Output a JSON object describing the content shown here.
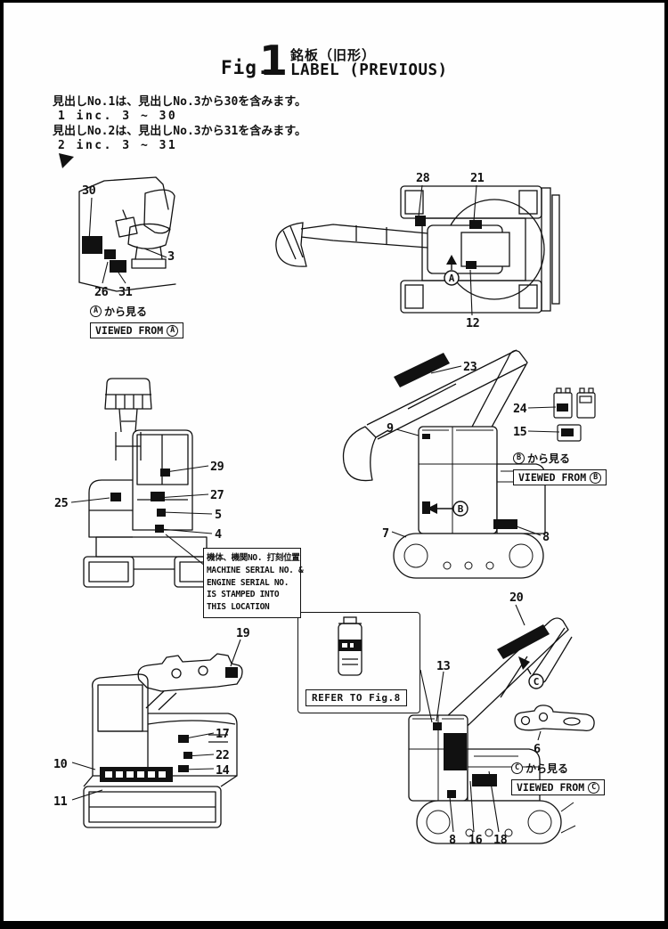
{
  "header": {
    "fig_label": "Fig.",
    "fig_number": "1",
    "title_jp": "銘板（旧形）",
    "title_en": "LABEL (PREVIOUS)"
  },
  "notes": {
    "line1_jp": "見出しNo.1は、見出しNo.3から30を含みます。",
    "line1_en": "1 inc. 3 ~ 30",
    "line2_jp": "見出しNo.2は、見出しNo.3から31を含みます。",
    "line2_en": "2 inc. 3 ~ 31"
  },
  "markers": {
    "a": "A",
    "b": "B",
    "c": "C"
  },
  "views": {
    "from_suffix_jp": "から見る",
    "from_prefix_en": "VIEWED FROM"
  },
  "serial_note": {
    "jp": "機体、機関NO. 打刻位置",
    "en1": "MACHINE SERIAL NO. &",
    "en2": "ENGINE SERIAL NO.",
    "en3": "IS STAMPED INTO",
    "en4": "THIS LOCATION"
  },
  "refer_note": "REFER TO Fig.8",
  "callouts": {
    "n30": "30",
    "n3": "3",
    "n26": "26",
    "n31": "31",
    "n28": "28",
    "n21": "21",
    "n12": "12",
    "n23": "23",
    "n9": "9",
    "n7": "7",
    "n8b": "8",
    "n24": "24",
    "n15": "15",
    "n25": "25",
    "n29": "29",
    "n27": "27",
    "n5": "5",
    "n4": "4",
    "n19": "19",
    "n17": "17",
    "n22": "22",
    "n14": "14",
    "n10": "10",
    "n11": "11",
    "n20": "20",
    "n13": "13",
    "n6": "6",
    "n8c": "8",
    "n16": "16",
    "n18": "18"
  },
  "colors": {
    "ink": "#111111",
    "paper": "#fefefe"
  }
}
